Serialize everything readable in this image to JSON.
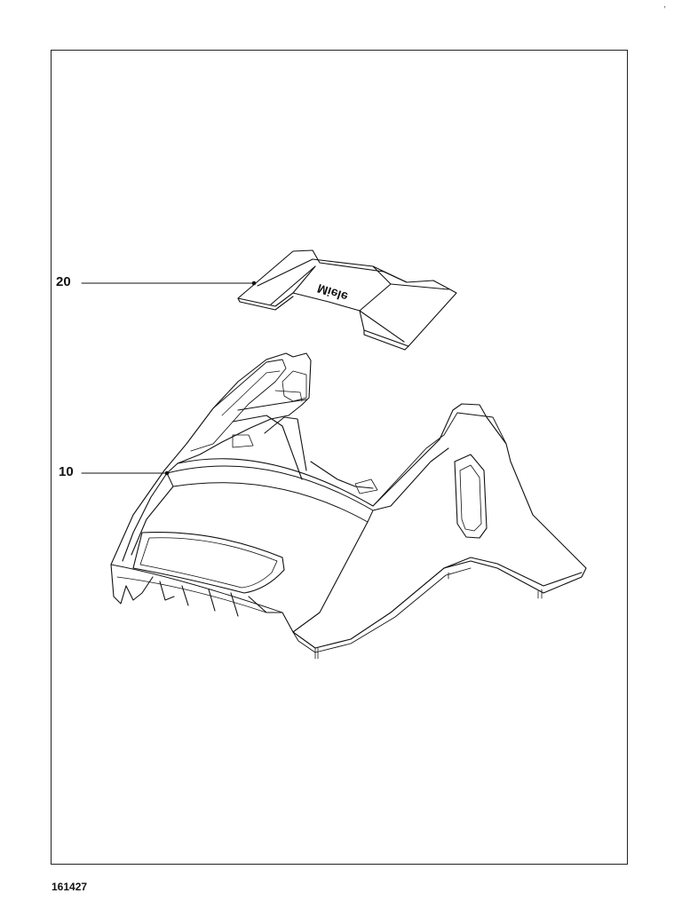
{
  "parts": [
    {
      "number": "20"
    },
    {
      "number": "10"
    }
  ],
  "drawing_number": "161427",
  "logo_text": "Miele",
  "corner_mark": ","
}
